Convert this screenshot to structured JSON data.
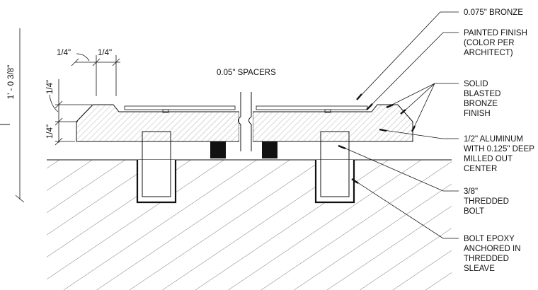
{
  "dimensions": {
    "overall": "1' - 0 3/8\"",
    "top_left": "1/4\"",
    "top_right": "1/4\"",
    "left_upper": "1/4\"",
    "left_lower": "1/4\""
  },
  "labels": {
    "spacers": "0.05\" SPACERS",
    "bronze": [
      "0.075\" BRONZE"
    ],
    "painted": [
      "PAINTED FINISH",
      "(COLOR PER",
      "ARCHITECT)"
    ],
    "solid": [
      "SOLID",
      "BLASTED",
      "BRONZE",
      "FINISH"
    ],
    "aluminum": [
      "1/2\" ALUMINUM",
      "WITH 0.125\" DEEP",
      "MILLED OUT",
      "CENTER"
    ],
    "bolt": [
      "3/8\"",
      "THREDDED",
      "BOLT"
    ],
    "epoxy": [
      "BOLT EPOXY",
      "ANCHORED IN",
      "THREDDED",
      "SLEAVE"
    ]
  }
}
